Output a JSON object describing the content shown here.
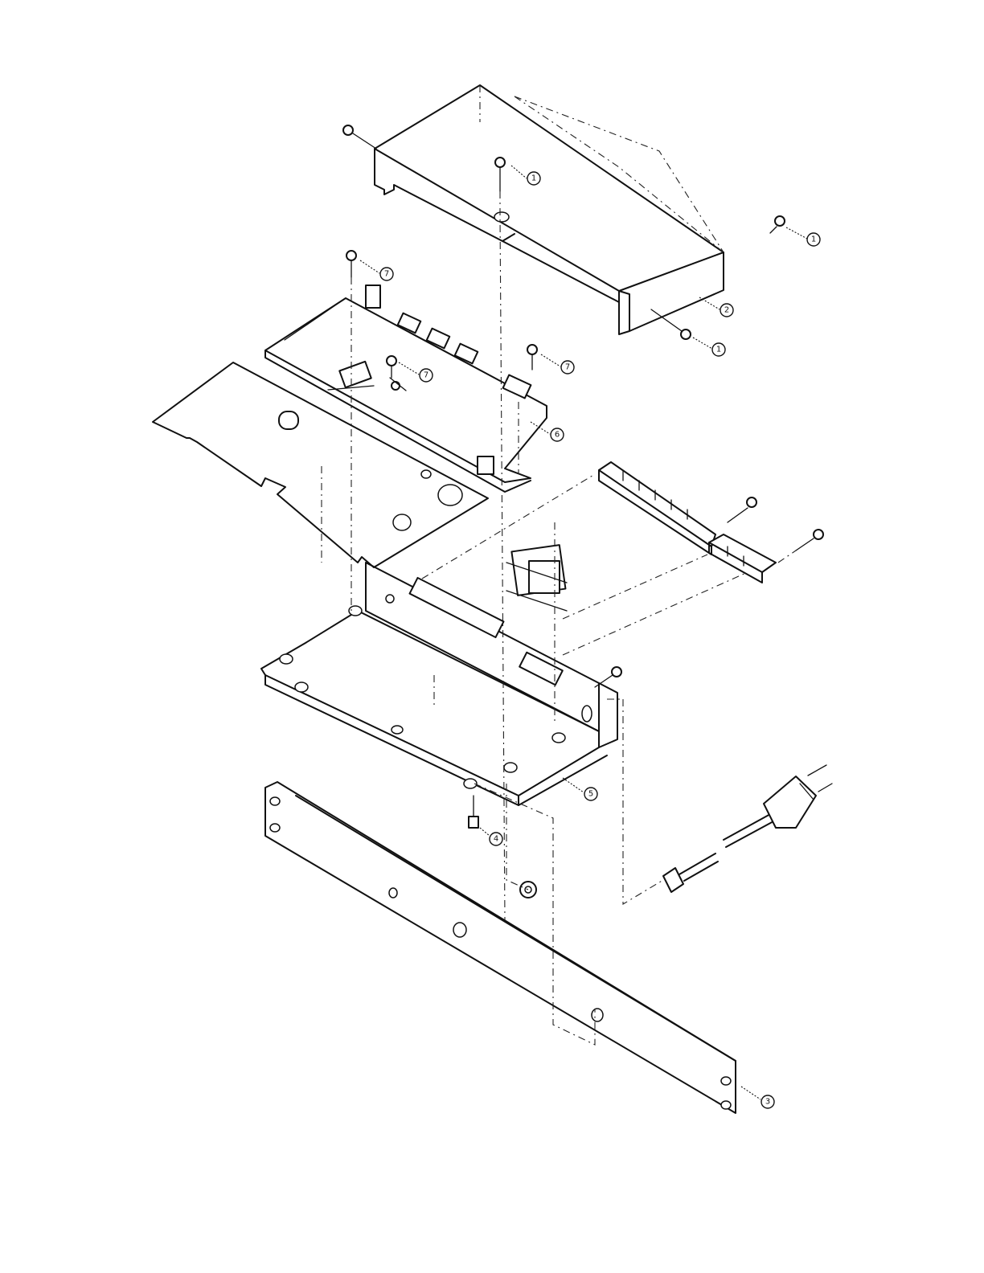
{
  "figure": {
    "callouts": [
      {
        "id": "c1a",
        "label": "1"
      },
      {
        "id": "c1b",
        "label": "1"
      },
      {
        "id": "c1c",
        "label": "1"
      },
      {
        "id": "c2",
        "label": "2"
      },
      {
        "id": "c7a",
        "label": "7"
      },
      {
        "id": "c7b",
        "label": "7"
      },
      {
        "id": "c7c",
        "label": "7"
      },
      {
        "id": "c6",
        "label": "6"
      },
      {
        "id": "c5",
        "label": "5"
      },
      {
        "id": "c4",
        "label": "4"
      },
      {
        "id": "c3",
        "label": "3"
      }
    ],
    "line_color": "#111111",
    "background": "#ffffff"
  }
}
